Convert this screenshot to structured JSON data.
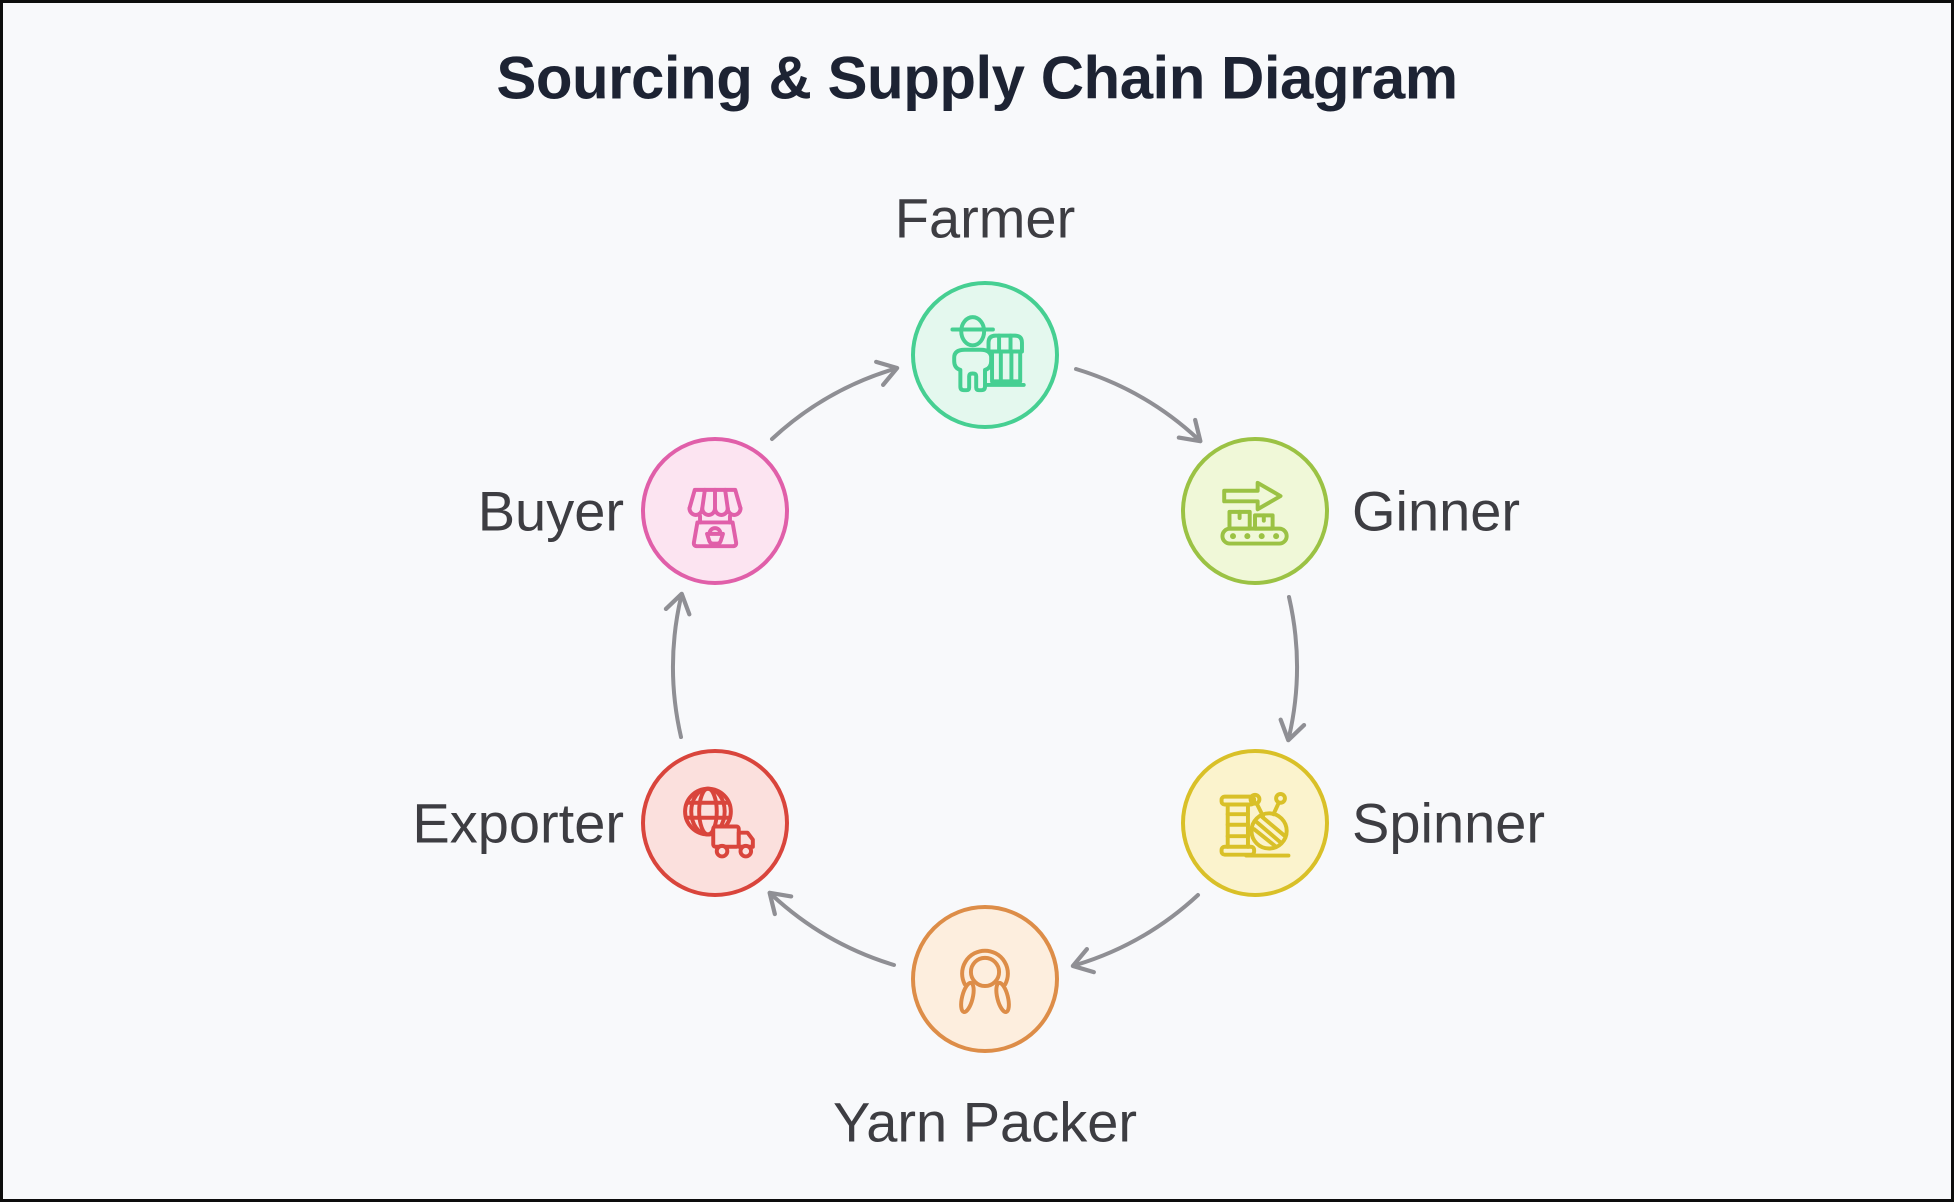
{
  "title": "Sourcing & Supply Chain Diagram",
  "nodes": [
    {
      "id": "farmer",
      "label": "Farmer",
      "icon": "farmer-icon",
      "stroke": "#46cf92",
      "fill": "#e4f8ee"
    },
    {
      "id": "ginner",
      "label": "Ginner",
      "icon": "conveyor-icon",
      "stroke": "#9bc244",
      "fill": "#f0f8d8"
    },
    {
      "id": "spinner",
      "label": "Spinner",
      "icon": "yarn-spool-icon",
      "stroke": "#d9c028",
      "fill": "#fbf3cd"
    },
    {
      "id": "yarn_packer",
      "label": "Yarn Packer",
      "icon": "jump-rope-icon",
      "stroke": "#dd8d48",
      "fill": "#fdeede"
    },
    {
      "id": "exporter",
      "label": "Exporter",
      "icon": "globe-truck-icon",
      "stroke": "#d9453c",
      "fill": "#fbe0dd"
    },
    {
      "id": "buyer",
      "label": "Buyer",
      "icon": "market-stall-icon",
      "stroke": "#e05fa9",
      "fill": "#fce4f1"
    }
  ],
  "edges": [
    {
      "from": "Farmer",
      "to": "Ginner"
    },
    {
      "from": "Ginner",
      "to": "Spinner"
    },
    {
      "from": "Spinner",
      "to": "Yarn Packer"
    },
    {
      "from": "Yarn Packer",
      "to": "Exporter"
    },
    {
      "from": "Exporter",
      "to": "Buyer"
    },
    {
      "from": "Buyer",
      "to": "Farmer"
    }
  ],
  "colors": {
    "background": "#f8f9fb",
    "border": "#0d0d0d",
    "title": "#1d2333",
    "label": "#3d3d42",
    "arrow": "#8f8f94"
  }
}
